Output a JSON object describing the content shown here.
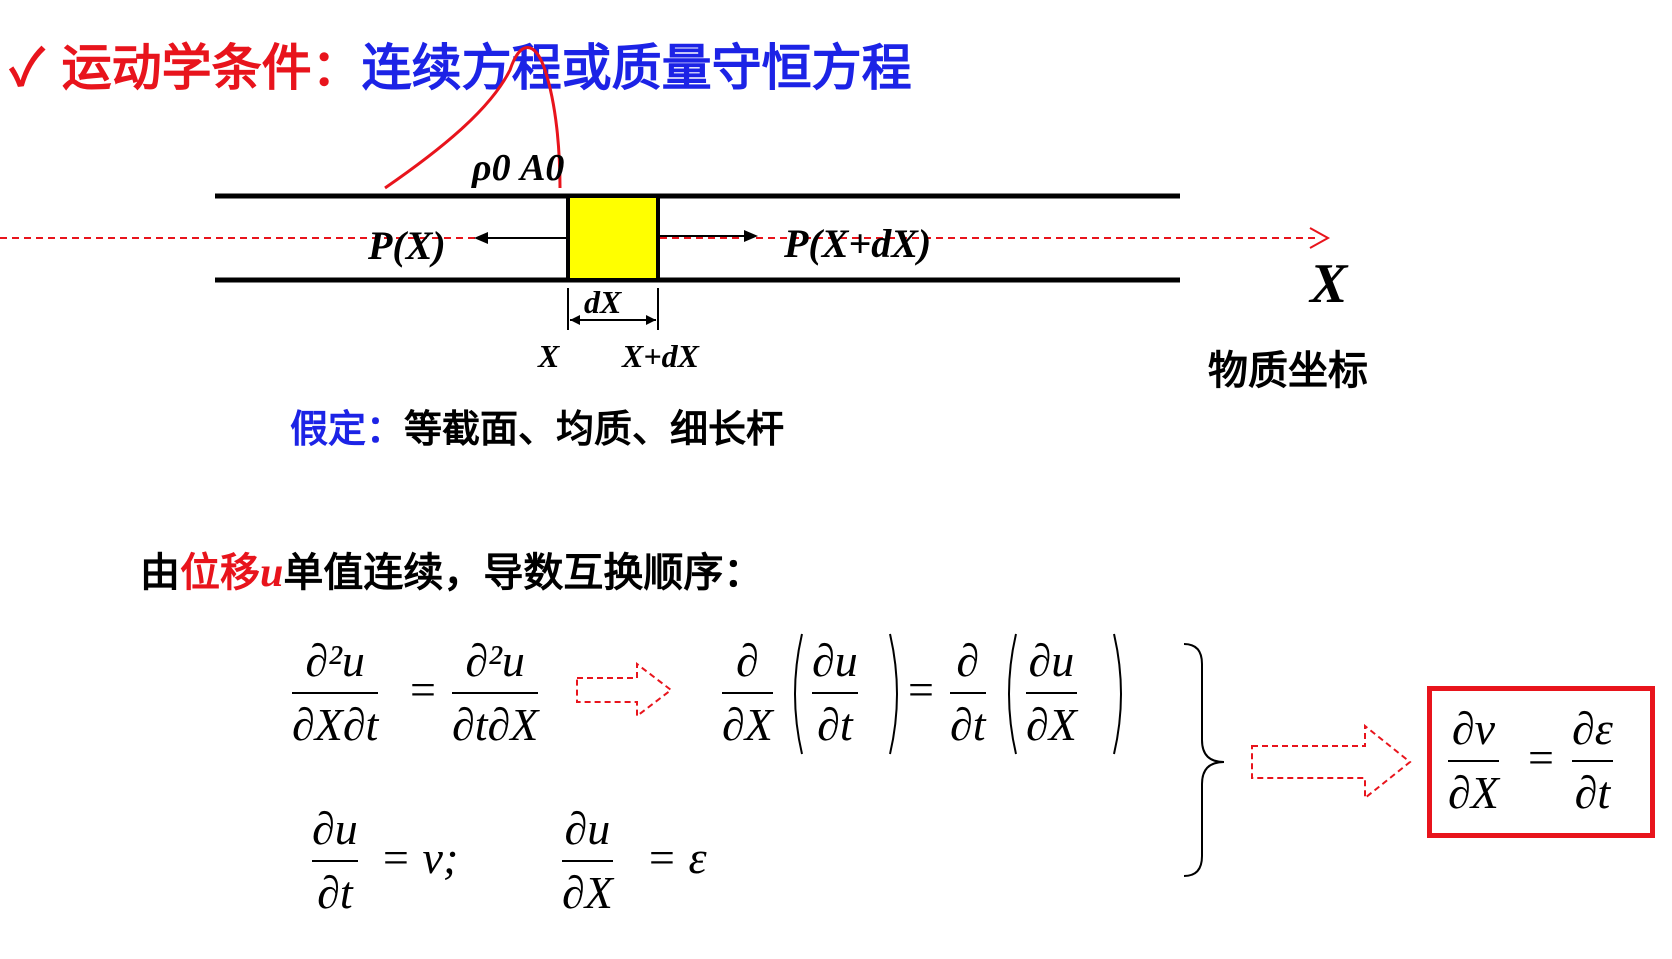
{
  "header": {
    "check": "✓",
    "label": "运动学条件：",
    "topic": "连续方程或质量守恒方程"
  },
  "diagram": {
    "rho_area": "ρ0 A0",
    "left_force": "P(X)",
    "right_force": "P(X+dX)",
    "width_label": "dX",
    "left_pos": "X",
    "right_pos": "X+dX",
    "axis_label": "X",
    "axis_caption": "物质坐标"
  },
  "assumption": {
    "label": "假定：",
    "text": "等截面、均质、细长杆"
  },
  "condition": {
    "prefix": "由",
    "highlight": "位移",
    "var": "u",
    "suffix": "单值连续，导数互换顺序："
  },
  "equations": {
    "eq1_lhs_num": "∂²u",
    "eq1_lhs_den": "∂X∂t",
    "eq1_rhs_num": "∂²u",
    "eq1_rhs_den": "∂t∂X",
    "eq2_d_num": "∂",
    "eq2_dX": "∂X",
    "eq2_du": "∂u",
    "eq2_dt": "∂t",
    "eq2_d_num2": "∂",
    "eq2_dt2": "∂t",
    "eq2_du2": "∂u",
    "eq2_dX2": "∂X",
    "def_v_num": "∂u",
    "def_v_den": "∂t",
    "def_v_rhs": "= v;",
    "def_e_num": "∂u",
    "def_e_den": "∂X",
    "def_e_rhs": "= ε",
    "result_lhs_num": "∂v",
    "result_lhs_den": "∂X",
    "result_rhs_num": "∂ε",
    "result_rhs_den": "∂t",
    "equals": "="
  },
  "colors": {
    "red": "#e8141c",
    "blue": "#1c23e6",
    "element": "#ffff00"
  }
}
